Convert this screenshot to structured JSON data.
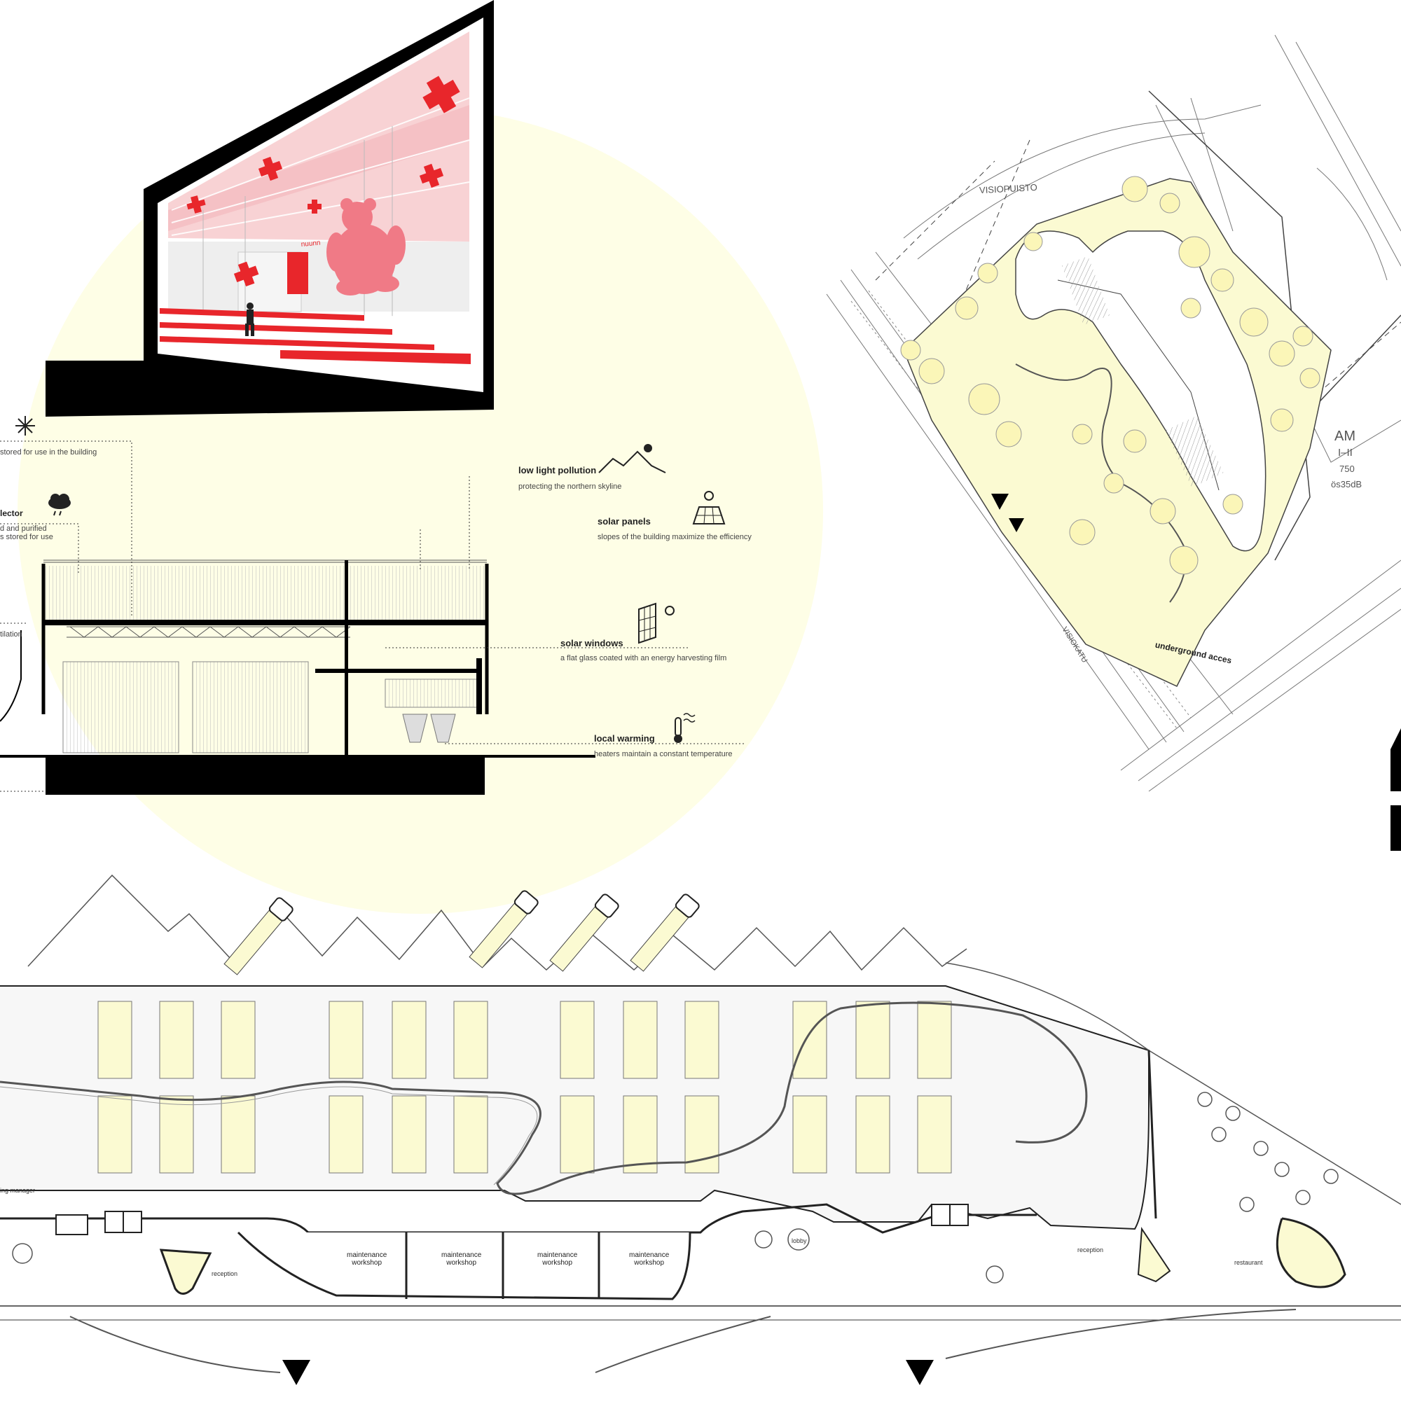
{
  "colors": {
    "background": "#ffffff",
    "soft_circle": "#fefee6",
    "yellow_fill": "#fbfad2",
    "accent_red": "#e8262b",
    "pink": "#f5a9ae",
    "black": "#000000",
    "line": "#555555"
  },
  "section": {
    "annotations": {
      "stored": "stored for use in the building",
      "collector_title": "lector",
      "collector_desc_1": "d and purified",
      "collector_desc_2": "s stored for use",
      "ventilation": "tilation",
      "low_light_title": "low light pollution",
      "low_light_desc": "protecting the northern skyline",
      "solar_panels_title": "solar panels",
      "solar_panels_desc": "slopes of the building maximize the efficiency",
      "solar_windows_title": "solar windows",
      "solar_windows_desc": "a flat glass coated with an energy harvesting film",
      "local_warming_title": "local warming",
      "local_warming_desc": "heaters maintain a constant temperature"
    },
    "icons": [
      "snowflake-icon",
      "rain-cloud-icon",
      "mountains-moon-icon",
      "solar-panel-icon",
      "solar-window-icon",
      "thermometer-icon"
    ]
  },
  "render": {
    "sign": "nuunn",
    "icons": [
      "red-cross-icon",
      "teddy-bear-icon",
      "person-silhouette-icon"
    ]
  },
  "site_plan": {
    "park_label": "VISIOPUISTO",
    "zone_code": "AM",
    "zone_floors": "I–II",
    "zone_area": "750",
    "zone_noise": "ös35dB",
    "street_label": "VISIOKATU",
    "underground_label": "underground acces"
  },
  "floor_plan": {
    "manager": "ing manager",
    "workshops": [
      {
        "line1": "maintenance",
        "line2": "workshop"
      },
      {
        "line1": "maintenance",
        "line2": "workshop"
      },
      {
        "line1": "maintenance",
        "line2": "workshop"
      },
      {
        "line1": "maintenance",
        "line2": "workshop"
      }
    ],
    "reception_left": "reception",
    "lobby": "lobby",
    "reception_right": "reception",
    "restaurant": "restaurant",
    "entrance_icons": [
      "entrance-arrow-icon",
      "entrance-arrow-icon"
    ]
  }
}
